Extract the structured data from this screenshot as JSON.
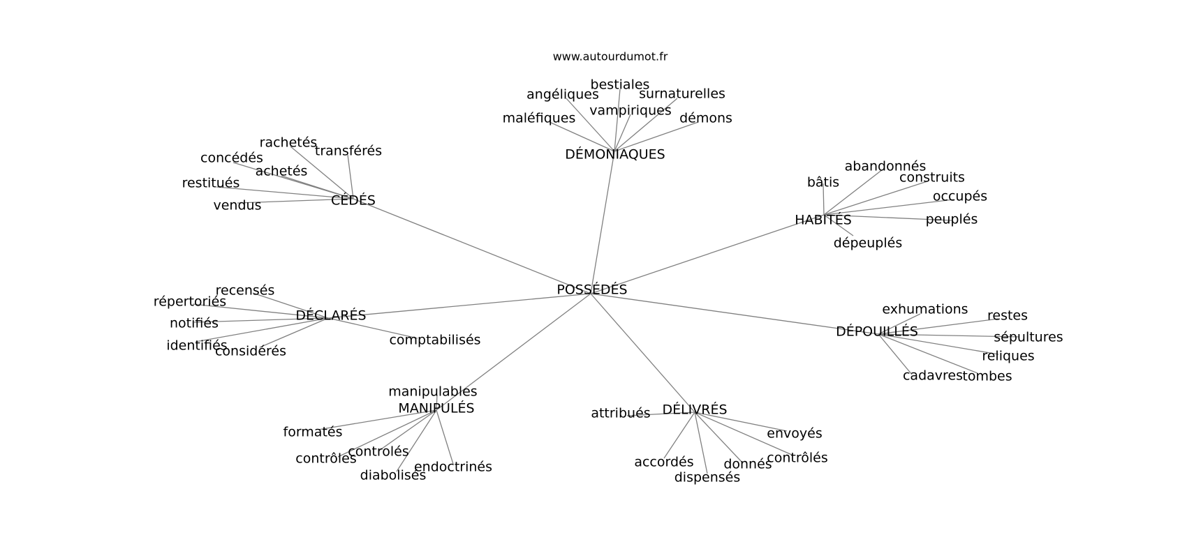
{
  "watermark": "www.autourdumot.fr",
  "colors": {
    "edge": "#808080",
    "text": "#000000",
    "background": "#ffffff"
  },
  "root": "POSSÉDÉS",
  "branches": [
    {
      "label": "DÉMONIAQUES",
      "leaves": [
        "bestiales",
        "angéliques",
        "surnaturelles",
        "vampiriques",
        "maléfiques",
        "démons"
      ]
    },
    {
      "label": "CÉDÉS",
      "leaves": [
        "rachetés",
        "transférés",
        "concédés",
        "achetés",
        "restitués",
        "vendus"
      ]
    },
    {
      "label": "HABITÉS",
      "leaves": [
        "abandonnés",
        "bâtis",
        "construits",
        "occupés",
        "peuplés",
        "dépeuplés"
      ]
    },
    {
      "label": "DÉCLARÉS",
      "leaves": [
        "recensés",
        "répertoriés",
        "notifiés",
        "identifiés",
        "considérés",
        "comptabilisés"
      ]
    },
    {
      "label": "DÉPOUILLÉS",
      "leaves": [
        "exhumations",
        "restes",
        "sépultures",
        "reliques",
        "cadavres",
        "tombes"
      ]
    },
    {
      "label": "MANIPULÉS",
      "leaves": [
        "manipulables",
        "formatés",
        "controlés",
        "contrôles",
        "endoctrinés",
        "diabolisés"
      ]
    },
    {
      "label": "DÉLIVRÉS",
      "leaves": [
        "attribués",
        "envoyés",
        "contrôlés",
        "accordés",
        "donnés",
        "dispensés"
      ]
    }
  ]
}
